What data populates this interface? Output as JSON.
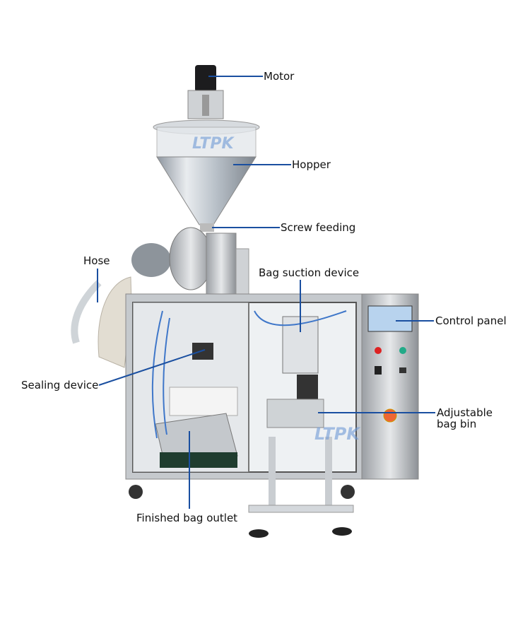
{
  "watermark": "LTPK",
  "line_color": "#1a4fa0",
  "labels": {
    "motor": "Motor",
    "hopper": "Hopper",
    "screw_feeding": "Screw feeding",
    "hose": "Hose",
    "bag_suction_device": "Bag suction device",
    "control_panel": "Control panel",
    "sealing_device": "Sealing device",
    "adjustable_bag_bin_line1": "Adjustable",
    "adjustable_bag_bin_line2": "bag bin",
    "finished_bag_outlet": "Finished bag outlet"
  }
}
